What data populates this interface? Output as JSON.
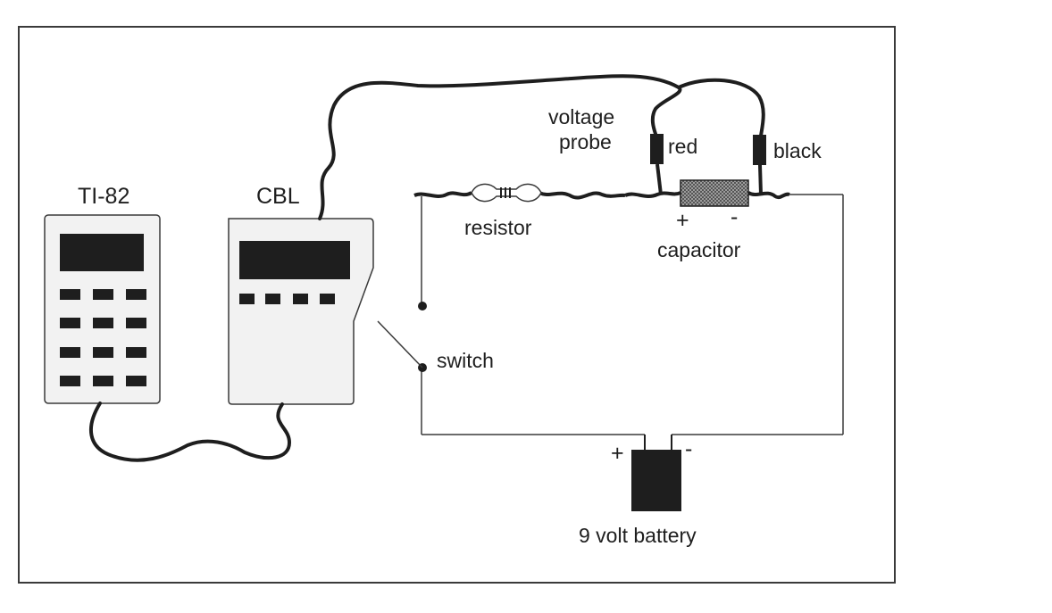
{
  "devices": {
    "calculator_label": "TI-82",
    "interface_label": "CBL"
  },
  "probe": {
    "label_line1": "voltage",
    "label_line2": "probe",
    "red_lead_label": "red",
    "black_lead_label": "black"
  },
  "components": {
    "resistor_label": "resistor",
    "capacitor_label": "capacitor",
    "capacitor_plus": "+",
    "capacitor_minus": "-",
    "switch_label": "switch",
    "battery_label": "9 volt battery",
    "battery_plus": "+",
    "battery_minus": "-"
  },
  "colors": {
    "background": "#ffffff",
    "ink": "#1e1e1e",
    "device_fill": "#f2f2f2",
    "frame": "#3a3a3a"
  }
}
